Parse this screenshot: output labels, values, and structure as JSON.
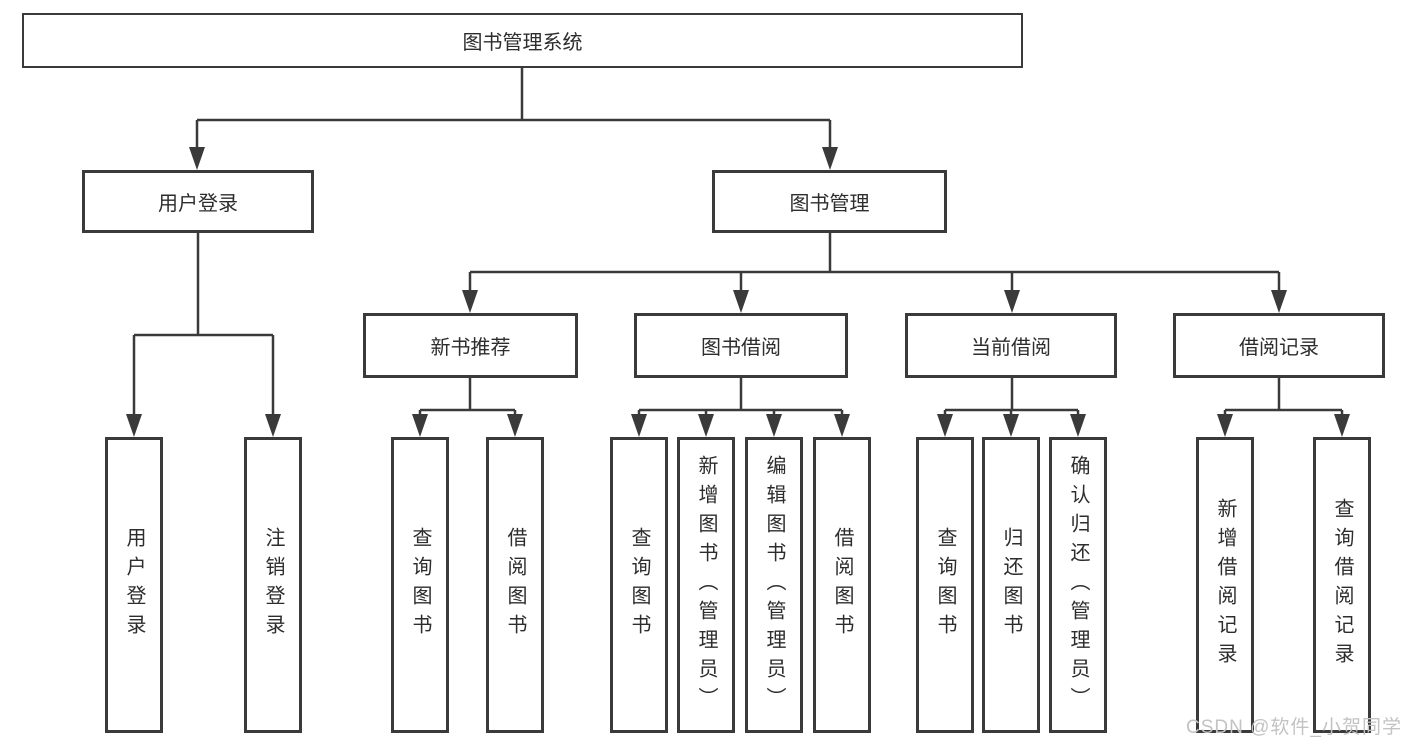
{
  "root": {
    "label": "图书管理系统"
  },
  "level2": {
    "user_login": {
      "label": "用户登录"
    },
    "book_mgmt": {
      "label": "图书管理"
    }
  },
  "level3": {
    "new_book_rec": {
      "label": "新书推荐"
    },
    "book_borrow": {
      "label": "图书借阅"
    },
    "current_borrow": {
      "label": "当前借阅"
    },
    "borrow_record": {
      "label": "借阅记录"
    }
  },
  "leaves": {
    "user_login": {
      "label": "用户登录"
    },
    "logout": {
      "label": "注销登录"
    },
    "query_book_1": {
      "label": "查询图书"
    },
    "borrow_book_1": {
      "label": "借阅图书"
    },
    "query_book_2": {
      "label": "查询图书"
    },
    "add_book_admin": {
      "label": "新增图书（管理员）"
    },
    "edit_book_admin": {
      "label": "编辑图书（管理员）"
    },
    "borrow_book_2": {
      "label": "借阅图书"
    },
    "query_book_3": {
      "label": "查询图书"
    },
    "return_book": {
      "label": "归还图书"
    },
    "confirm_return_admin": {
      "label": "确认归还（管理员）"
    },
    "add_borrow_record": {
      "label": "新增借阅记录"
    },
    "query_borrow_record": {
      "label": "查询借阅记录"
    }
  },
  "watermark": {
    "text": "CSDN @软件_小贺同学"
  },
  "colors": {
    "line": "#3a3a3a",
    "box_border": "#3a3a3a",
    "box_bg": "#ffffff",
    "text": "#2d2d2d",
    "watermark": "#c3c3c3"
  }
}
